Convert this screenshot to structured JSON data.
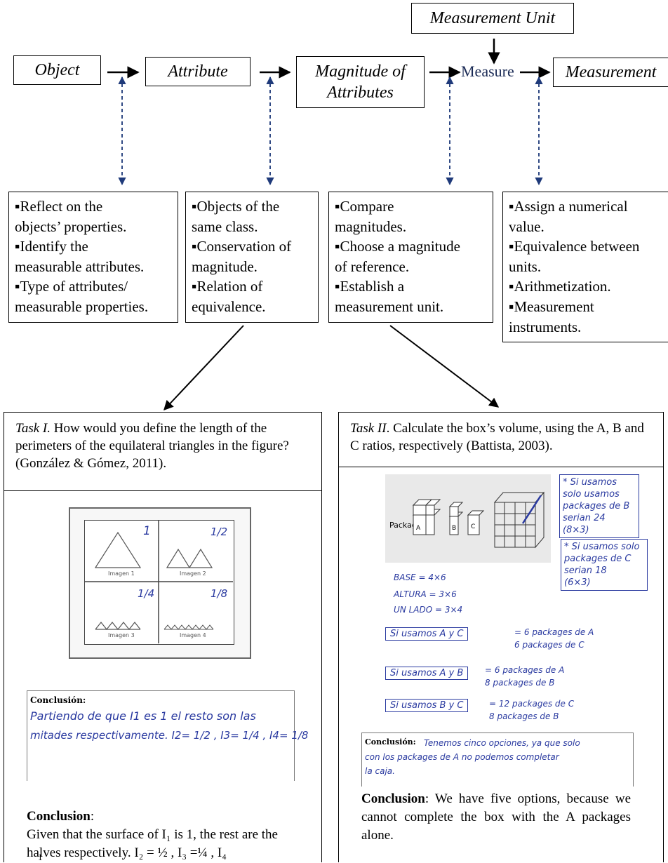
{
  "flow": {
    "unit": "Measurement Unit",
    "object": "Object",
    "attribute": "Attribute",
    "magnitude": "Magnitude of\nAttributes",
    "measure": "Measure",
    "measurement": "Measurement"
  },
  "descriptions": {
    "object": "▪Reflect on the\nobjects’ properties.\n▪Identify the\nmeasurable attributes.\n▪Type of attributes/\nmeasurable properties.",
    "attribute": "▪Objects of the\nsame class.\n▪Conservation of\nmagnitude.\n▪Relation of\nequivalence.",
    "magnitude": "▪Compare\nmagnitudes.\n▪Choose a magnitude\nof reference.\n▪Establish a\nmeasurement unit.",
    "measurement": "▪Assign a numerical\nvalue.\n▪Equivalence between\nunits.\n▪Arithmetization.\n▪Measurement\ninstruments."
  },
  "task1": {
    "label": "Task  I.",
    "text": " How would you define the length of the perimeters of the equilateral triangles in the figure? (González & Gómez, 2011).",
    "images": [
      "Imagen 1",
      "Imagen 2",
      "Imagen 3",
      "Imagen 4"
    ],
    "fractions": [
      "1",
      "1/2",
      "1/4",
      "1/8"
    ],
    "hand_title": "Conclusión:",
    "hand_line1": "Partiendo de que I1 es 1 el resto son las",
    "hand_line2": "mitades respectivamente. I2= 1/2 , I3= 1/4 , I4= 1/8",
    "concl_label": "Conclusion",
    "concl_text": ":\nGiven that the surface of I₁ is 1, the rest are the halves respectively. I₂ = ½ , I₃ =¼ , I₄",
    "concl_tail": "1"
  },
  "task2": {
    "label": "Task II",
    "text": ". Calculate the box’s volume, using the A, B and C ratios, respectively (Battista, 2003).",
    "packages_label": "Packages",
    "pkg_letters": [
      "A",
      "B",
      "C"
    ],
    "note1": "* Si usamos\nsolo usamos\npackages de B\nserian 24\n(8×3)",
    "note2": "* Si usamos solo\npackages de C\nserian 18\n(6×3)",
    "calc": [
      "BASE = 4×6",
      "ALTURA = 3×6",
      "UN LADO = 3×4"
    ],
    "opt1": "Si usamos A y C",
    "opt1_res": "= 6 packages de A\n   6 packages de C",
    "opt2": "Si usamos A y B",
    "opt2_res": "= 6 packages de A\n   8 packages de B",
    "opt3": "Si usamos B y C",
    "opt3_res": "= 12 packages de C\n    8 packages de B",
    "hand_title": "Conclusión:",
    "hand_text": "Tenemos cinco opciones, ya que solo\ncon los packages de A no podemos completar\nla caja.",
    "concl_label": "Conclusion",
    "concl_text": ": We have five options, because we cannot complete the box with the A packages alone."
  }
}
